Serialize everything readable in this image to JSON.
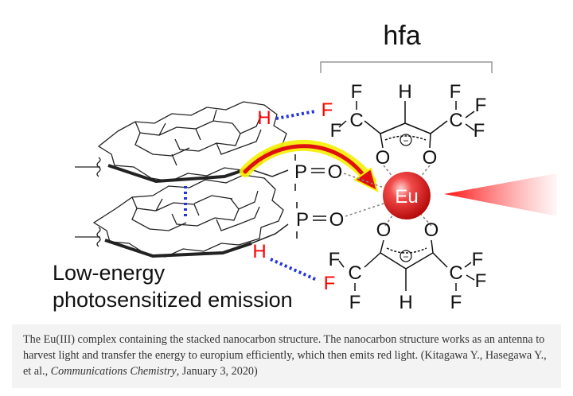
{
  "figure": {
    "ligand_label": "hfa",
    "metal_label": "Eu",
    "tagline_line1": "Low-energy",
    "tagline_line2": "photosensitized emission",
    "atoms": {
      "F": "F",
      "H": "H",
      "C": "C",
      "O": "O",
      "P": "P",
      "minus": "−"
    },
    "colors": {
      "hydrogen_bond_atom": "#ff0000",
      "hbond_dots": "#2233dd",
      "eu_sphere": "#e82020",
      "arrow": "#e01010",
      "arrow_glow": "#f5f000"
    }
  },
  "caption": {
    "text_main": "The Eu(III) complex containing the stacked nanocarbon structure. The nanocarbon structure works as an antenna to harvest light and transfer the energy to europium efficiently, which then emits red light. (Kitagawa Y., Hasegawa Y., et al., ",
    "journal": "Communications Chemistry",
    "text_end": ", January 3, 2020)"
  }
}
